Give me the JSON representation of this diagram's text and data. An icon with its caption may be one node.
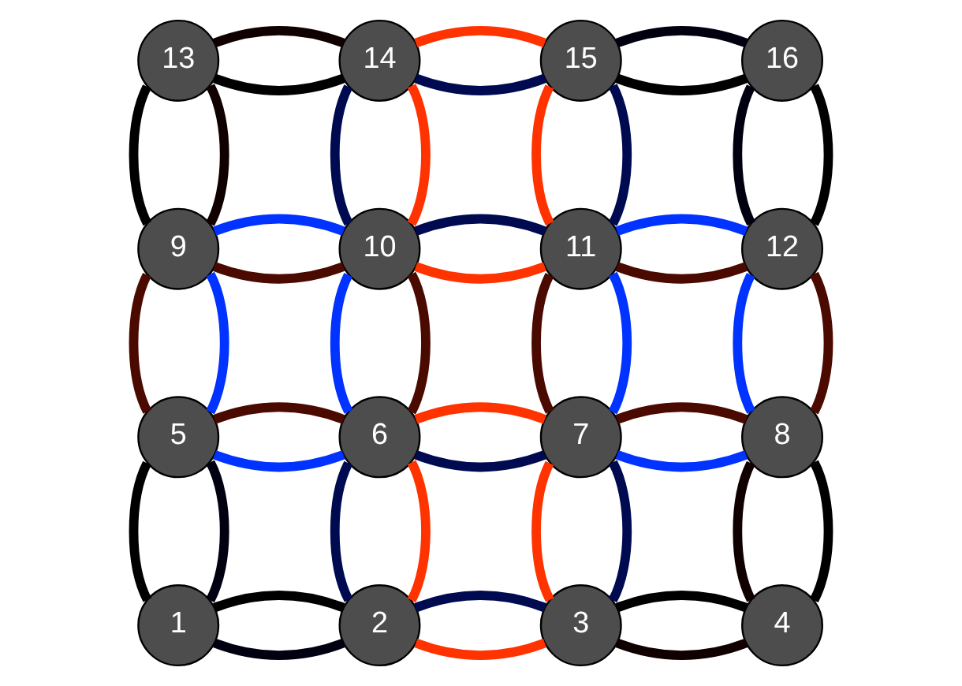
{
  "diagram": {
    "nodes": [
      {
        "text": [
          "13"
        ]
      },
      {
        "text": [
          "14"
        ]
      },
      {
        "text": [
          "15"
        ]
      },
      {
        "text": [
          "16"
        ]
      },
      {
        "text": [
          "9"
        ]
      },
      {
        "text": [
          "10"
        ]
      },
      {
        "text": [
          "11"
        ]
      },
      {
        "text": [
          "12"
        ]
      },
      {
        "text": [
          "5"
        ]
      },
      {
        "text": [
          "6"
        ]
      },
      {
        "text": [
          "7"
        ]
      },
      {
        "text": [
          "8"
        ]
      },
      {
        "text": [
          "1"
        ]
      },
      {
        "text": [
          "2"
        ]
      },
      {
        "text": [
          "3"
        ]
      },
      {
        "text": [
          "4"
        ]
      }
    ],
    "edges": [
      {
        "from": 0,
        "to": 1,
        "arrow": "none",
        "color": "#000000"
      },
      {
        "from": 0,
        "to": 1,
        "arrow": "none",
        "color": "#100000"
      },
      {
        "from": 1,
        "to": 2,
        "arrow": "none",
        "color": "#000a50"
      },
      {
        "from": 1,
        "to": 2,
        "arrow": "none",
        "color": "#ff3300"
      },
      {
        "from": 2,
        "to": 3,
        "arrow": "none",
        "color": "#000000"
      },
      {
        "from": 2,
        "to": 3,
        "arrow": "none",
        "color": "#000010"
      },
      {
        "from": 4,
        "to": 5,
        "arrow": "none",
        "color": "#4a0a00"
      },
      {
        "from": 4,
        "to": 5,
        "arrow": "none",
        "color": "#0033ff"
      },
      {
        "from": 5,
        "to": 6,
        "arrow": "none",
        "color": "#ff3300"
      },
      {
        "from": 5,
        "to": 6,
        "arrow": "none",
        "color": "#000a50"
      },
      {
        "from": 6,
        "to": 7,
        "arrow": "none",
        "color": "#4a0a00"
      },
      {
        "from": 6,
        "to": 7,
        "arrow": "none",
        "color": "#0033ff"
      },
      {
        "from": 8,
        "to": 9,
        "arrow": "none",
        "color": "#0033ff"
      },
      {
        "from": 8,
        "to": 9,
        "arrow": "none",
        "color": "#4a0a00"
      },
      {
        "from": 9,
        "to": 10,
        "arrow": "none",
        "color": "#000a50"
      },
      {
        "from": 9,
        "to": 10,
        "arrow": "none",
        "color": "#ff3300"
      },
      {
        "from": 10,
        "to": 11,
        "arrow": "none",
        "color": "#0033ff"
      },
      {
        "from": 10,
        "to": 11,
        "arrow": "none",
        "color": "#4a0a00"
      },
      {
        "from": 12,
        "to": 13,
        "arrow": "none",
        "color": "#000010"
      },
      {
        "from": 12,
        "to": 13,
        "arrow": "none",
        "color": "#000000"
      },
      {
        "from": 13,
        "to": 14,
        "arrow": "none",
        "color": "#ff3300"
      },
      {
        "from": 13,
        "to": 14,
        "arrow": "none",
        "color": "#000a50"
      },
      {
        "from": 14,
        "to": 15,
        "arrow": "none",
        "color": "#100000"
      },
      {
        "from": 14,
        "to": 15,
        "arrow": "none",
        "color": "#000000"
      },
      {
        "from": 0,
        "to": 4,
        "arrow": "none",
        "color": "#000000"
      },
      {
        "from": 0,
        "to": 4,
        "arrow": "none",
        "color": "#100000"
      },
      {
        "from": 1,
        "to": 5,
        "arrow": "none",
        "color": "#000a50"
      },
      {
        "from": 1,
        "to": 5,
        "arrow": "none",
        "color": "#ff3300"
      },
      {
        "from": 2,
        "to": 6,
        "arrow": "none",
        "color": "#ff3300"
      },
      {
        "from": 2,
        "to": 6,
        "arrow": "none",
        "color": "#000a50"
      },
      {
        "from": 3,
        "to": 7,
        "arrow": "none",
        "color": "#000010"
      },
      {
        "from": 3,
        "to": 7,
        "arrow": "none",
        "color": "#000000"
      },
      {
        "from": 4,
        "to": 8,
        "arrow": "none",
        "color": "#4a0a00"
      },
      {
        "from": 4,
        "to": 8,
        "arrow": "none",
        "color": "#0033ff"
      },
      {
        "from": 5,
        "to": 9,
        "arrow": "none",
        "color": "#0033ff"
      },
      {
        "from": 5,
        "to": 9,
        "arrow": "none",
        "color": "#4a0a00"
      },
      {
        "from": 6,
        "to": 10,
        "arrow": "none",
        "color": "#4a0a00"
      },
      {
        "from": 6,
        "to": 10,
        "arrow": "none",
        "color": "#0033ff"
      },
      {
        "from": 7,
        "to": 11,
        "arrow": "none",
        "color": "#0033ff"
      },
      {
        "from": 7,
        "to": 11,
        "arrow": "none",
        "color": "#4a0a00"
      },
      {
        "from": 8,
        "to": 12,
        "arrow": "none",
        "color": "#000000"
      },
      {
        "from": 8,
        "to": 12,
        "arrow": "none",
        "color": "#000010"
      },
      {
        "from": 9,
        "to": 13,
        "arrow": "none",
        "color": "#000a50"
      },
      {
        "from": 9,
        "to": 13,
        "arrow": "none",
        "color": "#ff3300"
      },
      {
        "from": 10,
        "to": 14,
        "arrow": "none",
        "color": "#ff3300"
      },
      {
        "from": 10,
        "to": 14,
        "arrow": "none",
        "color": "#000a50"
      },
      {
        "from": 11,
        "to": 15,
        "arrow": "none",
        "color": "#100000"
      },
      {
        "from": 11,
        "to": 15,
        "arrow": "none",
        "color": "#000000"
      }
    ]
  }
}
